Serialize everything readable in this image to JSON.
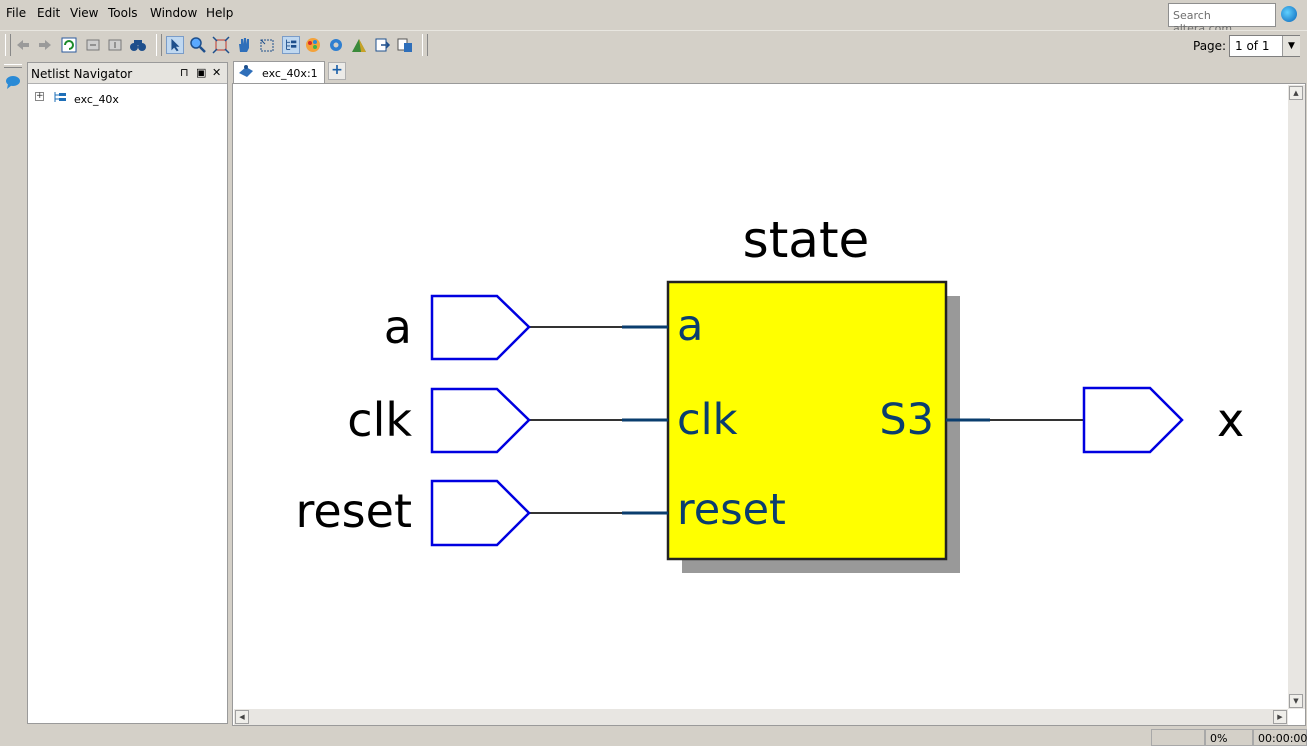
{
  "menu": {
    "file": "File",
    "edit": "Edit",
    "view": "View",
    "tools": "Tools",
    "window": "Window",
    "help": "Help"
  },
  "search": {
    "placeholder": "Search altera.com"
  },
  "toolbar": {
    "page_label": "Page:",
    "page_value": "1 of 1",
    "icons": [
      "back-icon",
      "forward-icon",
      "refresh-icon",
      "view-prev-icon",
      "view-next-icon",
      "find-icon",
      "select-icon",
      "zoom-icon",
      "fit-icon",
      "pan-icon",
      "area-select-icon",
      "hierarchy-icon",
      "color-icon",
      "settings-icon",
      "bring-icon",
      "export-icon",
      "filter-icon"
    ]
  },
  "navigator": {
    "title": "Netlist Navigator",
    "tree": [
      {
        "label": "exc_40x"
      }
    ]
  },
  "tabs": [
    {
      "label": "exc_40x:1"
    }
  ],
  "schematic": {
    "instance_name": "state",
    "block_fill": "#ffff00",
    "block_shadow": "#999999",
    "input_ports": [
      "a",
      "clk",
      "reset"
    ],
    "block_inputs": [
      "a",
      "clk",
      "reset"
    ],
    "block_output": "S3",
    "output_port": "x",
    "port_color": "#0000e0",
    "wire_color": "#333333"
  },
  "status": {
    "progress": "0%",
    "time": "00:00:00"
  }
}
